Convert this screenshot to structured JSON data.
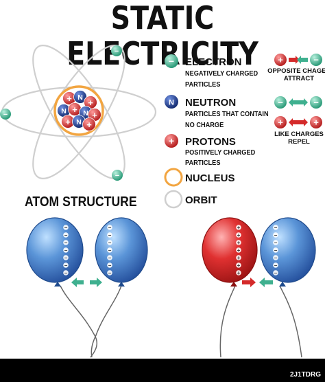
{
  "title": "STATIC ELECTRICITY",
  "legend": {
    "electron": {
      "symbol": "−",
      "heading": "ELECTRON",
      "desc_lines": [
        "NEGATIVELY CHARGED",
        "PARTICLES"
      ]
    },
    "neutron": {
      "symbol": "N",
      "heading": "NEUTRON",
      "desc_lines": [
        "PARTICLES THAT CONTAIN",
        "NO CHARGE"
      ]
    },
    "proton": {
      "symbol": "+",
      "heading": "PROTONS",
      "desc_lines": [
        "POSITIVELY CHARGED",
        "PARTICLES"
      ]
    },
    "nucleus": {
      "heading": "NUCLEUS"
    },
    "orbit": {
      "heading": "ORBIT"
    }
  },
  "charges": {
    "opposite": {
      "lines": [
        "OPPOSITE CHAGES",
        "ATTRACT"
      ]
    },
    "like": {
      "lines": [
        "LIKE CHARGES",
        "REPEL"
      ]
    }
  },
  "atom_structure_label": "ATOM STRUCTURE",
  "watermark": "2J1TDRG",
  "colors": {
    "electron": "#3fb08f",
    "neutron": "#1a3a8f",
    "proton": "#d42a2a",
    "nucleus_ring": "#f2a541",
    "orbit": "#c9c9c9",
    "blue_balloon": "#3a78c8",
    "red_balloon": "#d42a2a",
    "green_arrow": "#3fb08f",
    "red_arrow": "#d42a2a"
  }
}
